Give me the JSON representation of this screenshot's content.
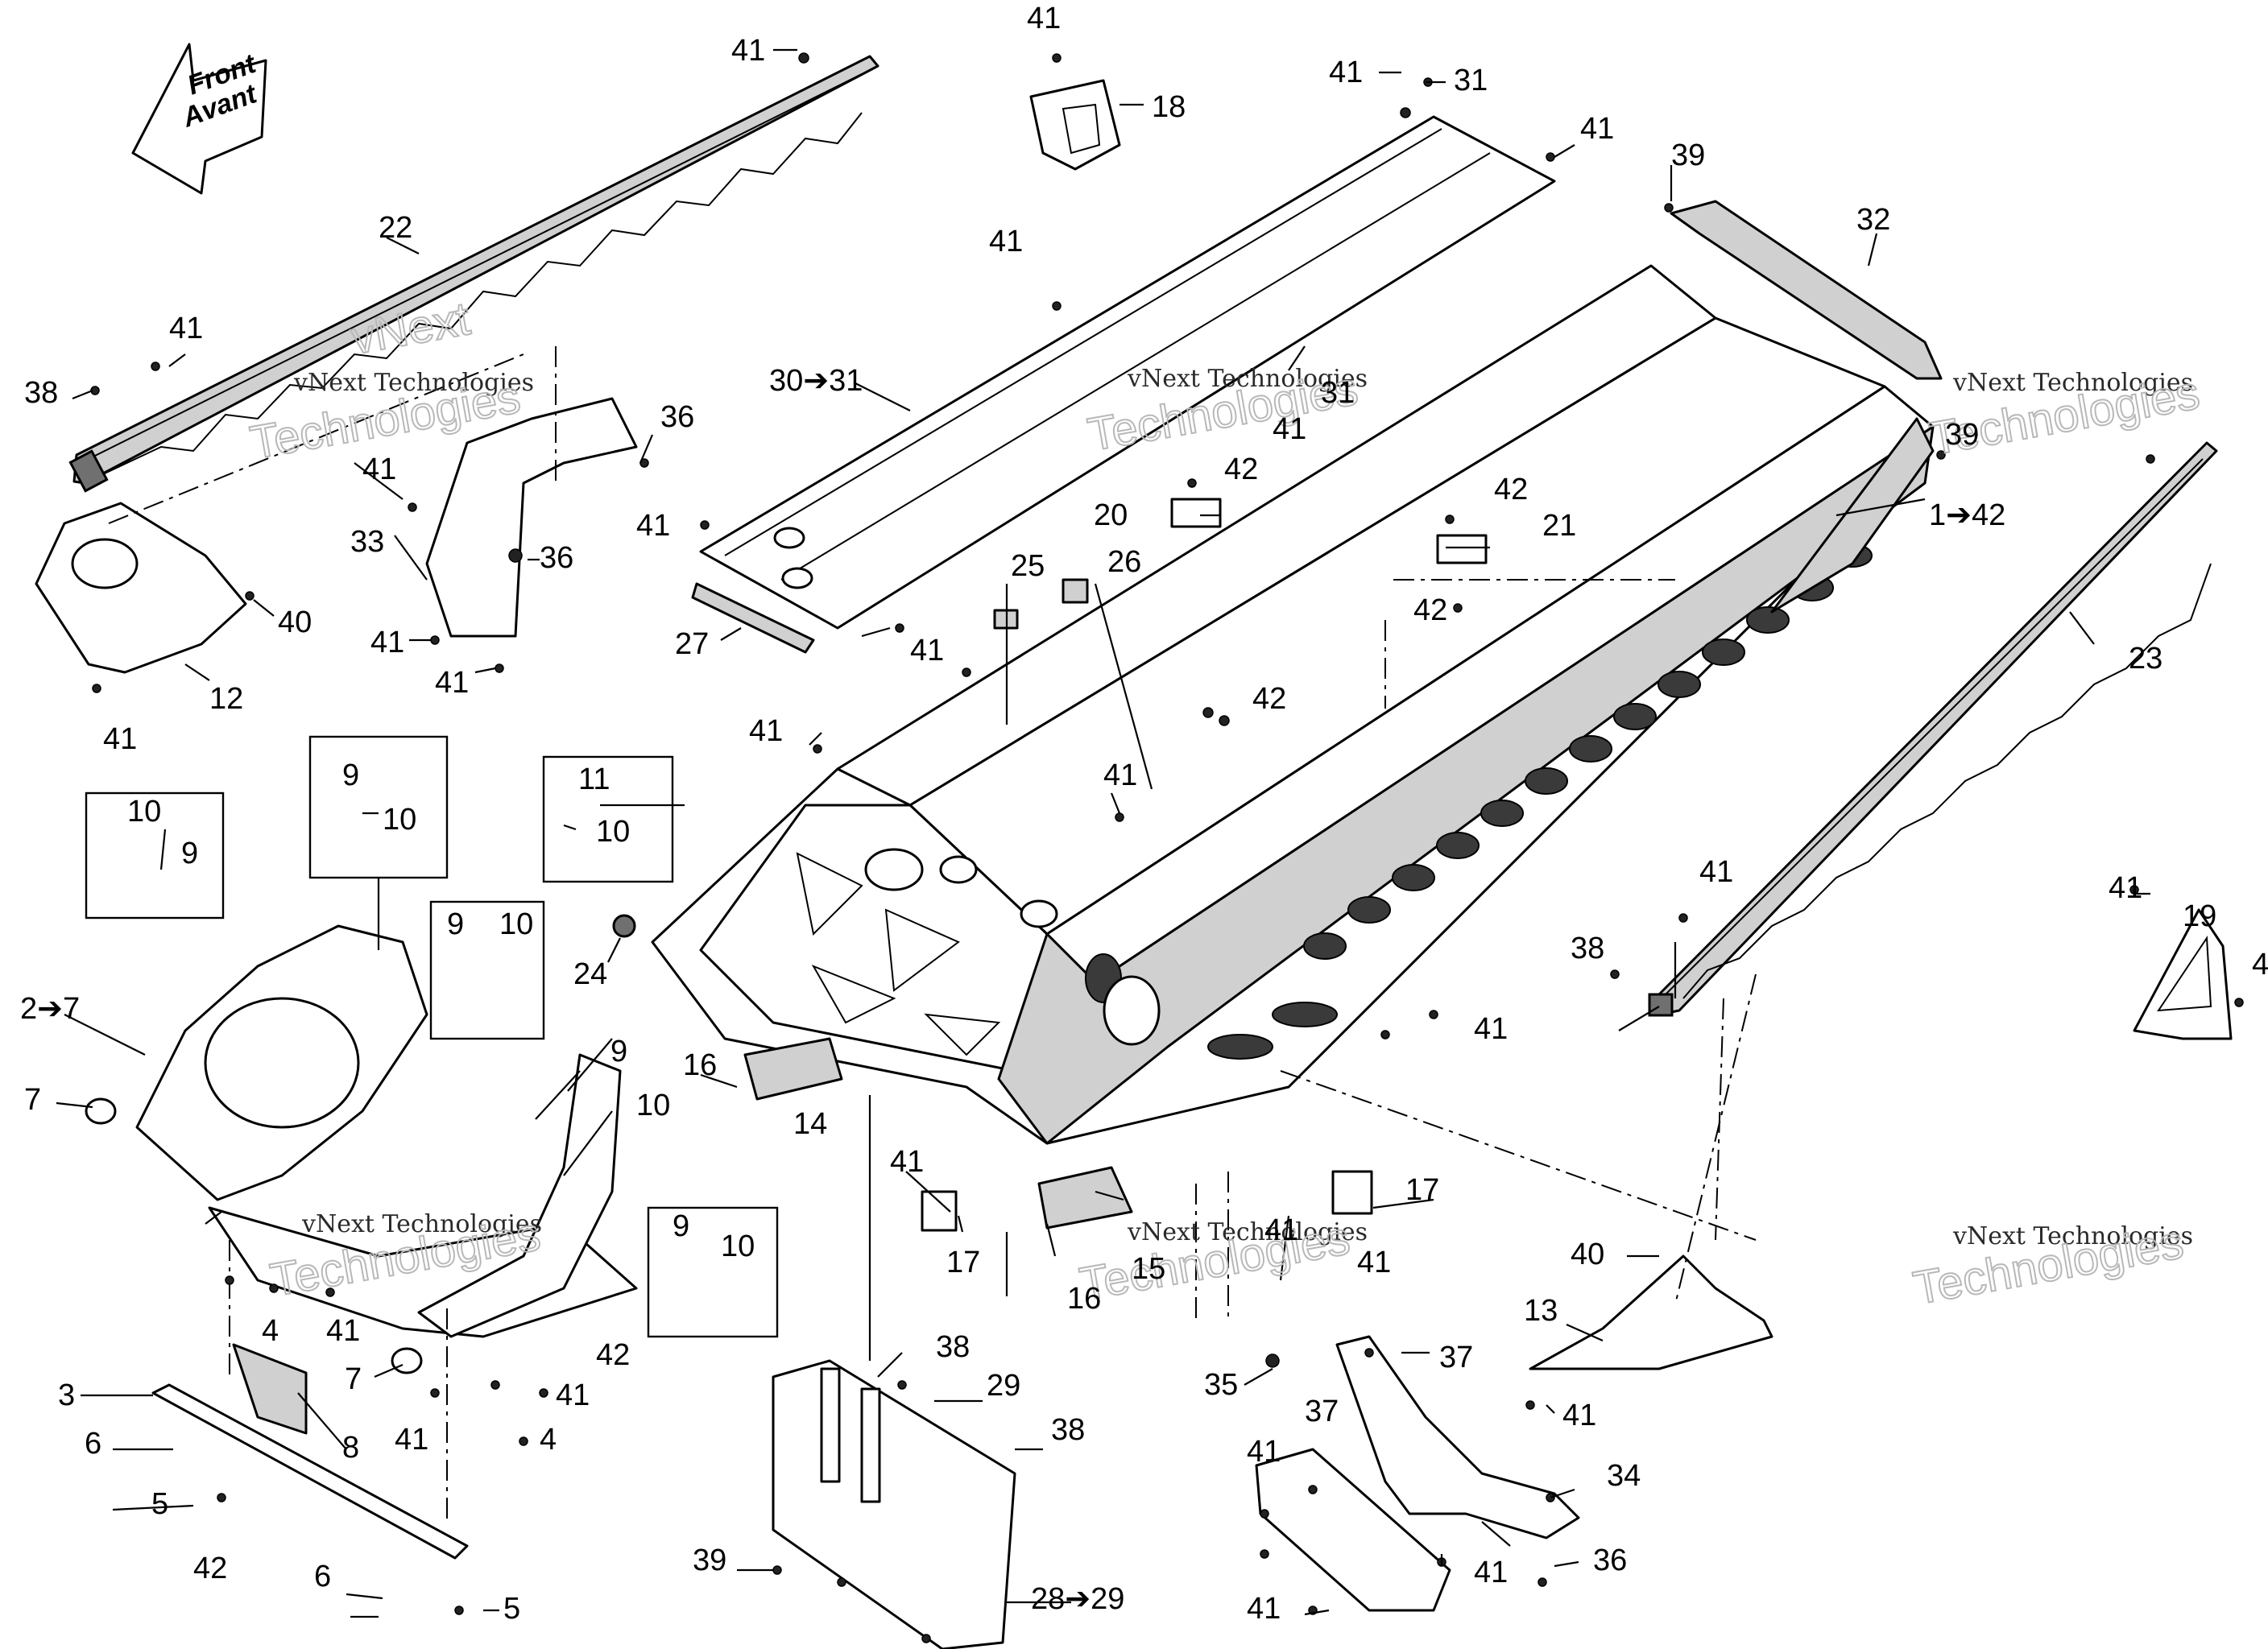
{
  "direction_arrow": {
    "line1": "Front",
    "line2": "Avant"
  },
  "watermark": {
    "line1": "vNext Technologies",
    "line2": "Technologies",
    "line3": "vNext"
  },
  "labels": {
    "l41_top": "41",
    "l41_18": "41",
    "l18": "18",
    "l41_31": "41",
    "l31": "31",
    "l41_a": "41",
    "l39_a": "39",
    "l32": "32",
    "l22": "22",
    "l41_b": "41",
    "l38_a": "38",
    "l36_a": "36",
    "l41_c": "41",
    "l33": "33",
    "l36_b": "36",
    "l41_d": "41",
    "l41_e": "41",
    "l40_a": "40",
    "l12": "12",
    "l41_f": "41",
    "l30_31": "30➔31",
    "l31_b": "31",
    "l41_g": "41",
    "l41_h": "41",
    "l42_a": "42",
    "l20": "20",
    "l42_b": "42",
    "l21": "21",
    "l39_b": "39",
    "l1_42": "1➔42",
    "l41_i": "41",
    "l27": "27",
    "l25": "25",
    "l26": "26",
    "l41_j": "41",
    "l42_c": "42",
    "l42_d": "42",
    "l41_k": "41",
    "l41_l": "41",
    "l23": "23",
    "l9_a": "9",
    "l10_a": "10",
    "l11": "11",
    "l10_b": "10",
    "l10_c": "10",
    "l9_b": "9",
    "l24": "24",
    "l41_m": "41",
    "l19": "19",
    "l4_a": "4",
    "l38_b": "38",
    "l41_n": "41",
    "l9_c": "9",
    "l10_d": "10",
    "l2_7": "2➔7",
    "l7_a": "7",
    "l9_d": "9",
    "l10_e": "10",
    "l16_a": "16",
    "l14": "14",
    "l41_o": "41",
    "l17_a": "17",
    "l17_b": "17",
    "l41_p": "41",
    "l41_q": "41",
    "l15": "15",
    "l16_b": "16",
    "l9_e": "9",
    "l10_f": "10",
    "l4_b": "4",
    "l41_r": "41",
    "l42_e": "42",
    "l41_s": "41",
    "l7_b": "7",
    "l41_t": "41",
    "l4_c": "4",
    "l3": "3",
    "l8": "8",
    "l6_a": "6",
    "l5_a": "5",
    "l42_f": "42",
    "l6_b": "6",
    "l5_b": "5",
    "l38_c": "38",
    "l29": "29",
    "l38_d": "38",
    "l39_c": "39",
    "l28_29": "28➔29",
    "l35": "35",
    "l37_a": "37",
    "l37_b": "37",
    "l41_u": "41",
    "l34": "34",
    "l41_v": "41",
    "l36_c": "36",
    "l41_w": "41",
    "l40_b": "40",
    "l13": "13",
    "l41_x": "41"
  }
}
